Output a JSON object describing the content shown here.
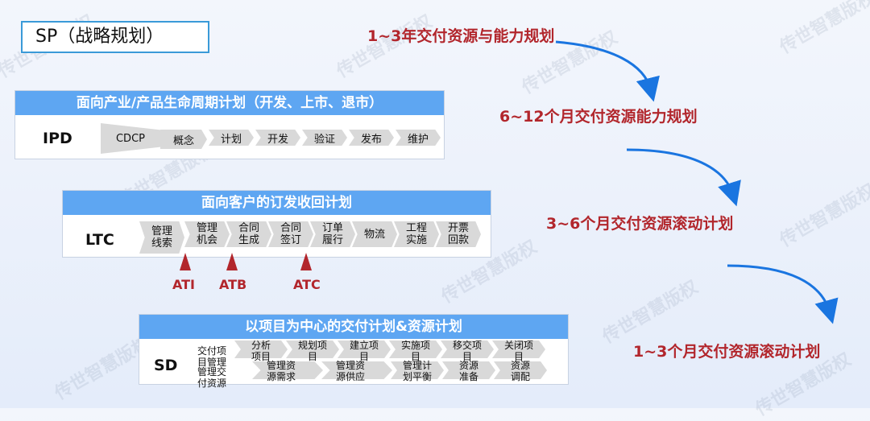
{
  "sp_title": "SP（战略规划）",
  "watermark": "传世智慧版权",
  "right_labels": [
    "1~3年交付资源与能力规划",
    "6~12个月交付资源能力规划",
    "3~6个月交付资源滚动计划",
    "1~3个月交付资源滚动计划"
  ],
  "ipd": {
    "header": "面向产业/产品生命周期计划（开发、上市、退市）",
    "label": "IPD",
    "stages": [
      "CDCP",
      "概念",
      "计划",
      "开发",
      "验证",
      "发布",
      "维护"
    ]
  },
  "ltc": {
    "header": "面向客户的订发收回计划",
    "label": "LTC",
    "stages": [
      "管理\n线索",
      "管理\n机会",
      "合同\n生成",
      "合同\n签订",
      "订单\n履行",
      "物流",
      "工程\n实施",
      "开票\n回款"
    ],
    "markers": [
      "ATI",
      "ATB",
      "ATC"
    ]
  },
  "sd": {
    "header": "以项目为中心的交付计划&资源计划",
    "label": "SD",
    "left_text_top": "交付项\n目管理",
    "left_text_bottom": "管理交\n付资源",
    "row1": [
      "分析\n项目",
      "规划项\n目",
      "建立项\n目",
      "实施项\n目",
      "移交项\n目",
      "关闭项\n目"
    ],
    "row2": [
      "管理资\n源需求",
      "管理资\n源供应",
      "管理计\n划平衡",
      "资源\n准备",
      "资源\n调配"
    ]
  }
}
